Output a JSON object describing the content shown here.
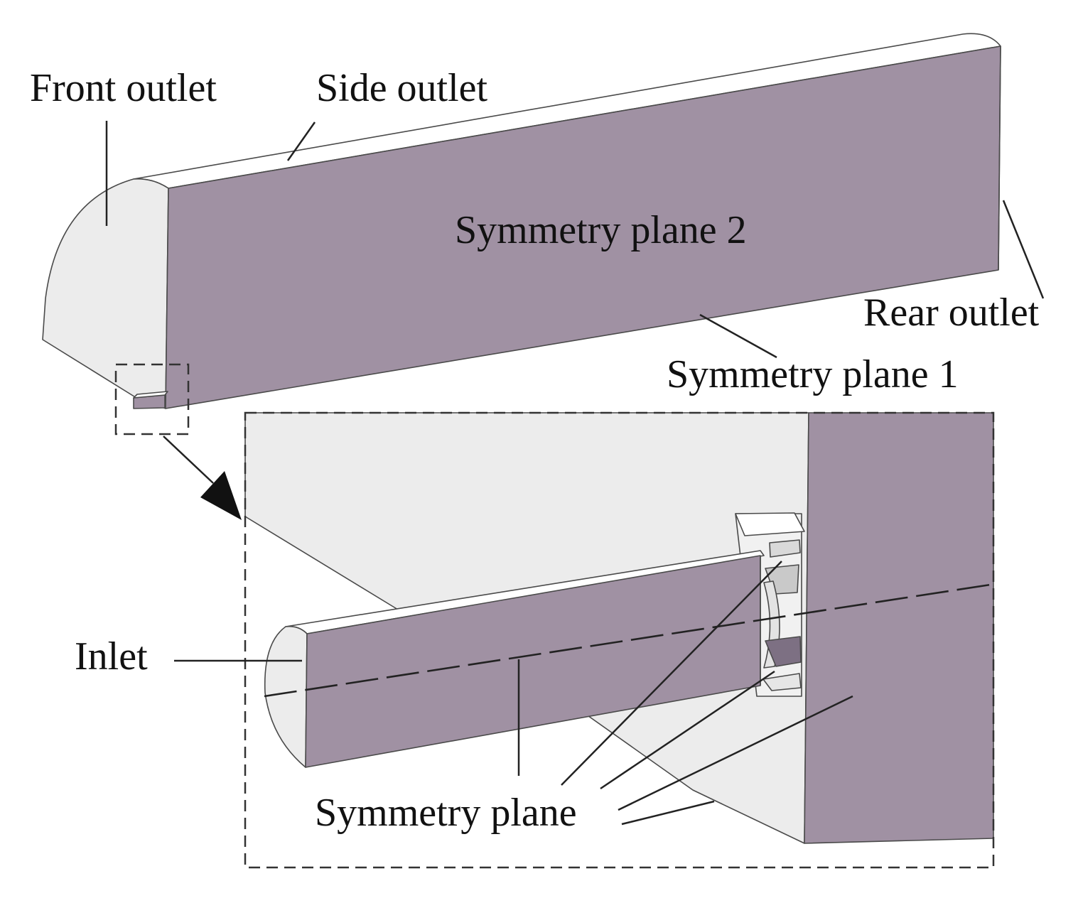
{
  "colors": {
    "symmetry_face": "#a091a3",
    "outlet_face": "#ececec",
    "top_face": "#ffffff",
    "background": "#ffffff",
    "line": "#222222"
  },
  "labels": {
    "front_outlet": "Front outlet",
    "side_outlet": "Side outlet",
    "symmetry_plane_2": "Symmetry plane 2",
    "rear_outlet": "Rear outlet",
    "symmetry_plane_1": "Symmetry plane 1",
    "inlet": "Inlet",
    "symmetry_plane": "Symmetry plane"
  }
}
